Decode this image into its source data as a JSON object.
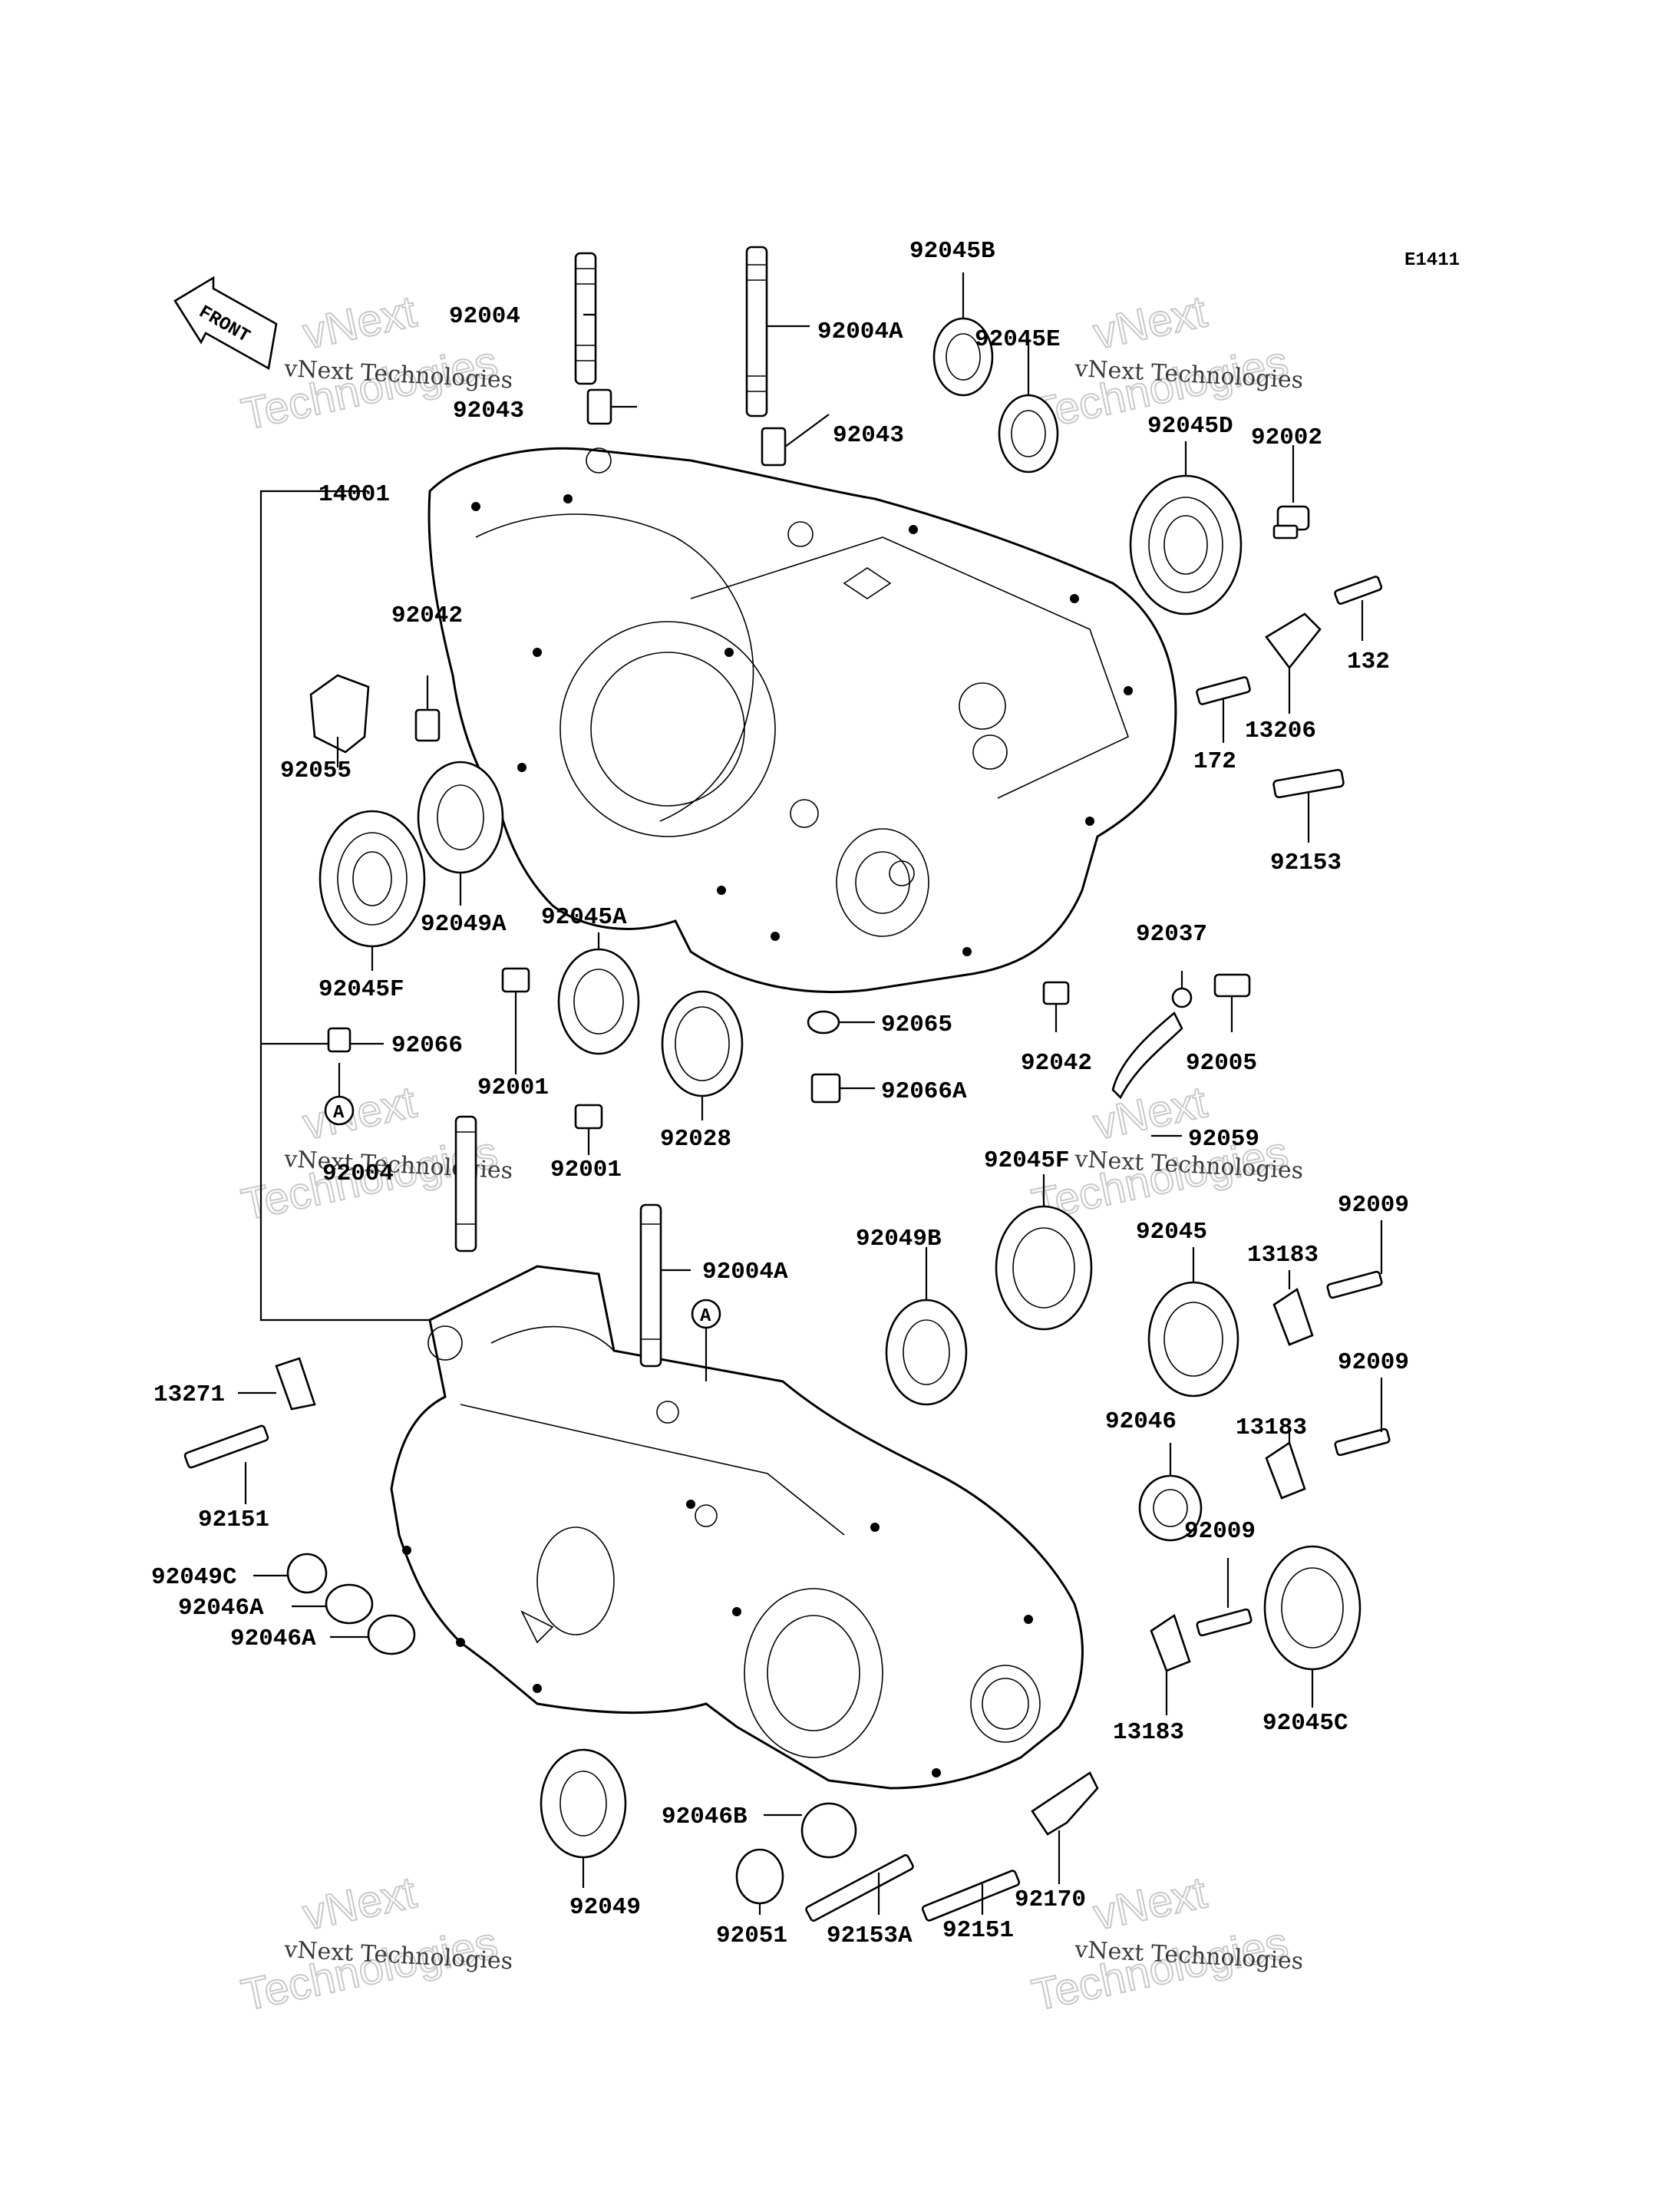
{
  "diagram_code": "E1411",
  "front_indicator": "FRONT",
  "reference_marker": "A",
  "watermark": {
    "line1": "vNext",
    "line2": "Technologies",
    "small": "vNext Technologies"
  },
  "labels": {
    "p92004_top": "92004",
    "p92004A_top": "92004A",
    "p92045B": "92045B",
    "p92045E": "92045E",
    "p92043_left": "92043",
    "p92043_right": "92043",
    "p92045D": "92045D",
    "p92002": "92002",
    "p14001": "14001",
    "p132": "132",
    "p92042_top": "92042",
    "p13206": "13206",
    "p92055": "92055",
    "p172": "172",
    "p92049A": "92049A",
    "p92153": "92153",
    "p92045F_top": "92045F",
    "p92045A": "92045A",
    "p92037": "92037",
    "p92065": "92065",
    "p92042_mid": "92042",
    "p92005": "92005",
    "p92066": "92066",
    "p92001_a": "92001",
    "p92066A": "92066A",
    "p92001_b": "92001",
    "p92028": "92028",
    "p92059": "92059",
    "p92004_low": "92004",
    "p92045F_mid": "92045F",
    "p92009_a": "92009",
    "p92049B": "92049B",
    "p92045": "92045",
    "p13183_a": "13183",
    "p92004A_low": "92004A",
    "p92009_b": "92009",
    "p13271": "13271",
    "p92046": "92046",
    "p13183_b": "13183",
    "p92151_left": "92151",
    "p92009_c": "92009",
    "p92049C": "92049C",
    "p92046A_a": "92046A",
    "p92046A_b": "92046A",
    "p92045C": "92045C",
    "p13183_c": "13183",
    "p92046B": "92046B",
    "p92049": "92049",
    "p92051": "92051",
    "p92153A": "92153A",
    "p92151_bottom": "92151",
    "p92170": "92170"
  }
}
